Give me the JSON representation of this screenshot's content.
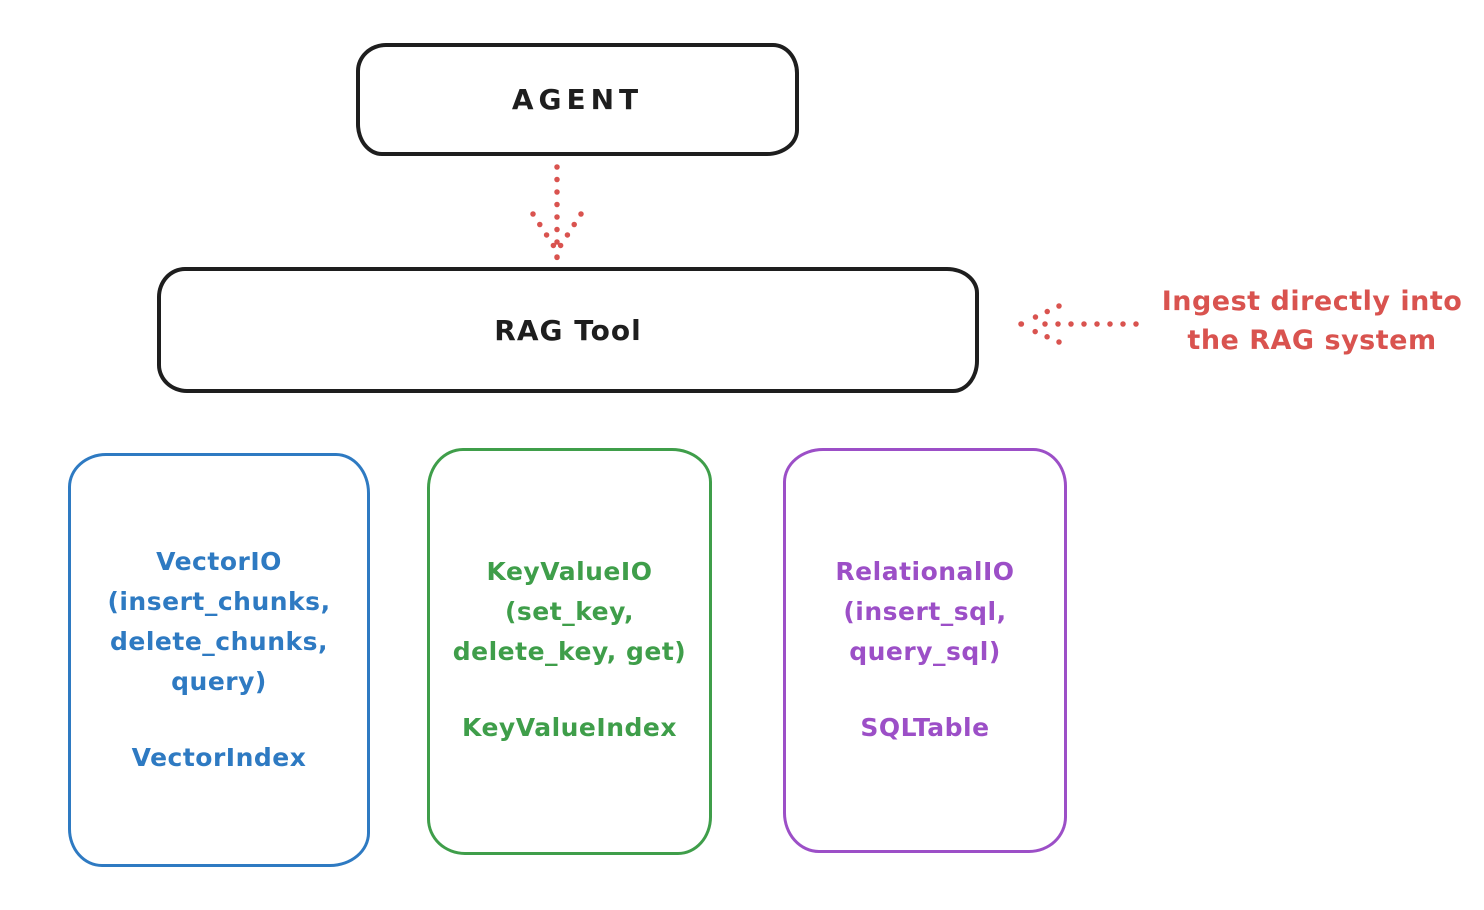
{
  "colors": {
    "ink": "#1e1e1e",
    "red": "#d9534f",
    "blue": "#2e7ac2",
    "green": "#3f9e4a",
    "purple": "#9c4fc7",
    "background": "#ffffff"
  },
  "nodes": {
    "agent": {
      "label": "AGENT"
    },
    "rag_tool": {
      "label": "RAG Tool"
    }
  },
  "annotation": {
    "line1": "Ingest directly into",
    "line2": "the RAG system"
  },
  "backends": {
    "vector": {
      "color": "#2e7ac2",
      "lines": [
        "VectorIO",
        "(insert_chunks,",
        "delete_chunks,",
        "query)"
      ],
      "index_label": "VectorIndex"
    },
    "keyvalue": {
      "color": "#3f9e4a",
      "lines": [
        "KeyValueIO",
        "(set_key,",
        "delete_key, get)"
      ],
      "index_label": "KeyValueIndex"
    },
    "relational": {
      "color": "#9c4fc7",
      "lines": [
        "RelationalIO",
        "(insert_sql,",
        "query_sql)"
      ],
      "index_label": "SQLTable"
    }
  }
}
